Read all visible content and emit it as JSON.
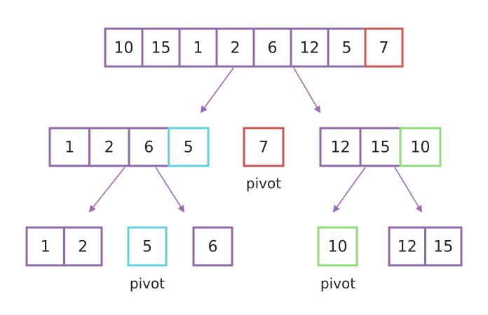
{
  "colors": {
    "array_border": "#8e68a9",
    "pivot_red": "#cc5555",
    "pivot_cyan": "#5fd3dc",
    "pivot_green": "#8fdd78",
    "arrow": "#9c6bb5",
    "text": "#222222"
  },
  "arrays": [
    {
      "id": "root",
      "cells": [
        {
          "value": "10",
          "role": "element"
        },
        {
          "value": "15",
          "role": "element"
        },
        {
          "value": "1",
          "role": "element"
        },
        {
          "value": "2",
          "role": "element"
        },
        {
          "value": "6",
          "role": "element"
        },
        {
          "value": "12",
          "role": "element"
        },
        {
          "value": "5",
          "role": "element"
        },
        {
          "value": "7",
          "role": "pivot-red"
        }
      ]
    },
    {
      "id": "left",
      "cells": [
        {
          "value": "1",
          "role": "element"
        },
        {
          "value": "2",
          "role": "element"
        },
        {
          "value": "6",
          "role": "element"
        },
        {
          "value": "5",
          "role": "pivot-cyan"
        }
      ]
    },
    {
      "id": "pivot-7",
      "cells": [
        {
          "value": "7",
          "role": "pivot-red"
        }
      ]
    },
    {
      "id": "right",
      "cells": [
        {
          "value": "12",
          "role": "element"
        },
        {
          "value": "15",
          "role": "element"
        },
        {
          "value": "10",
          "role": "pivot-green"
        }
      ]
    },
    {
      "id": "left-left",
      "cells": [
        {
          "value": "1",
          "role": "element"
        },
        {
          "value": "2",
          "role": "element"
        }
      ]
    },
    {
      "id": "pivot-5",
      "cells": [
        {
          "value": "5",
          "role": "pivot-cyan"
        }
      ]
    },
    {
      "id": "left-right",
      "cells": [
        {
          "value": "6",
          "role": "element"
        }
      ]
    },
    {
      "id": "pivot-10",
      "cells": [
        {
          "value": "10",
          "role": "pivot-green"
        }
      ]
    },
    {
      "id": "right-right",
      "cells": [
        {
          "value": "12",
          "role": "element"
        },
        {
          "value": "15",
          "role": "element"
        }
      ]
    }
  ],
  "pivot_labels": [
    {
      "id": "pivot-7",
      "text": "pivot"
    },
    {
      "id": "pivot-5",
      "text": "pivot"
    },
    {
      "id": "pivot-10",
      "text": "pivot"
    }
  ]
}
